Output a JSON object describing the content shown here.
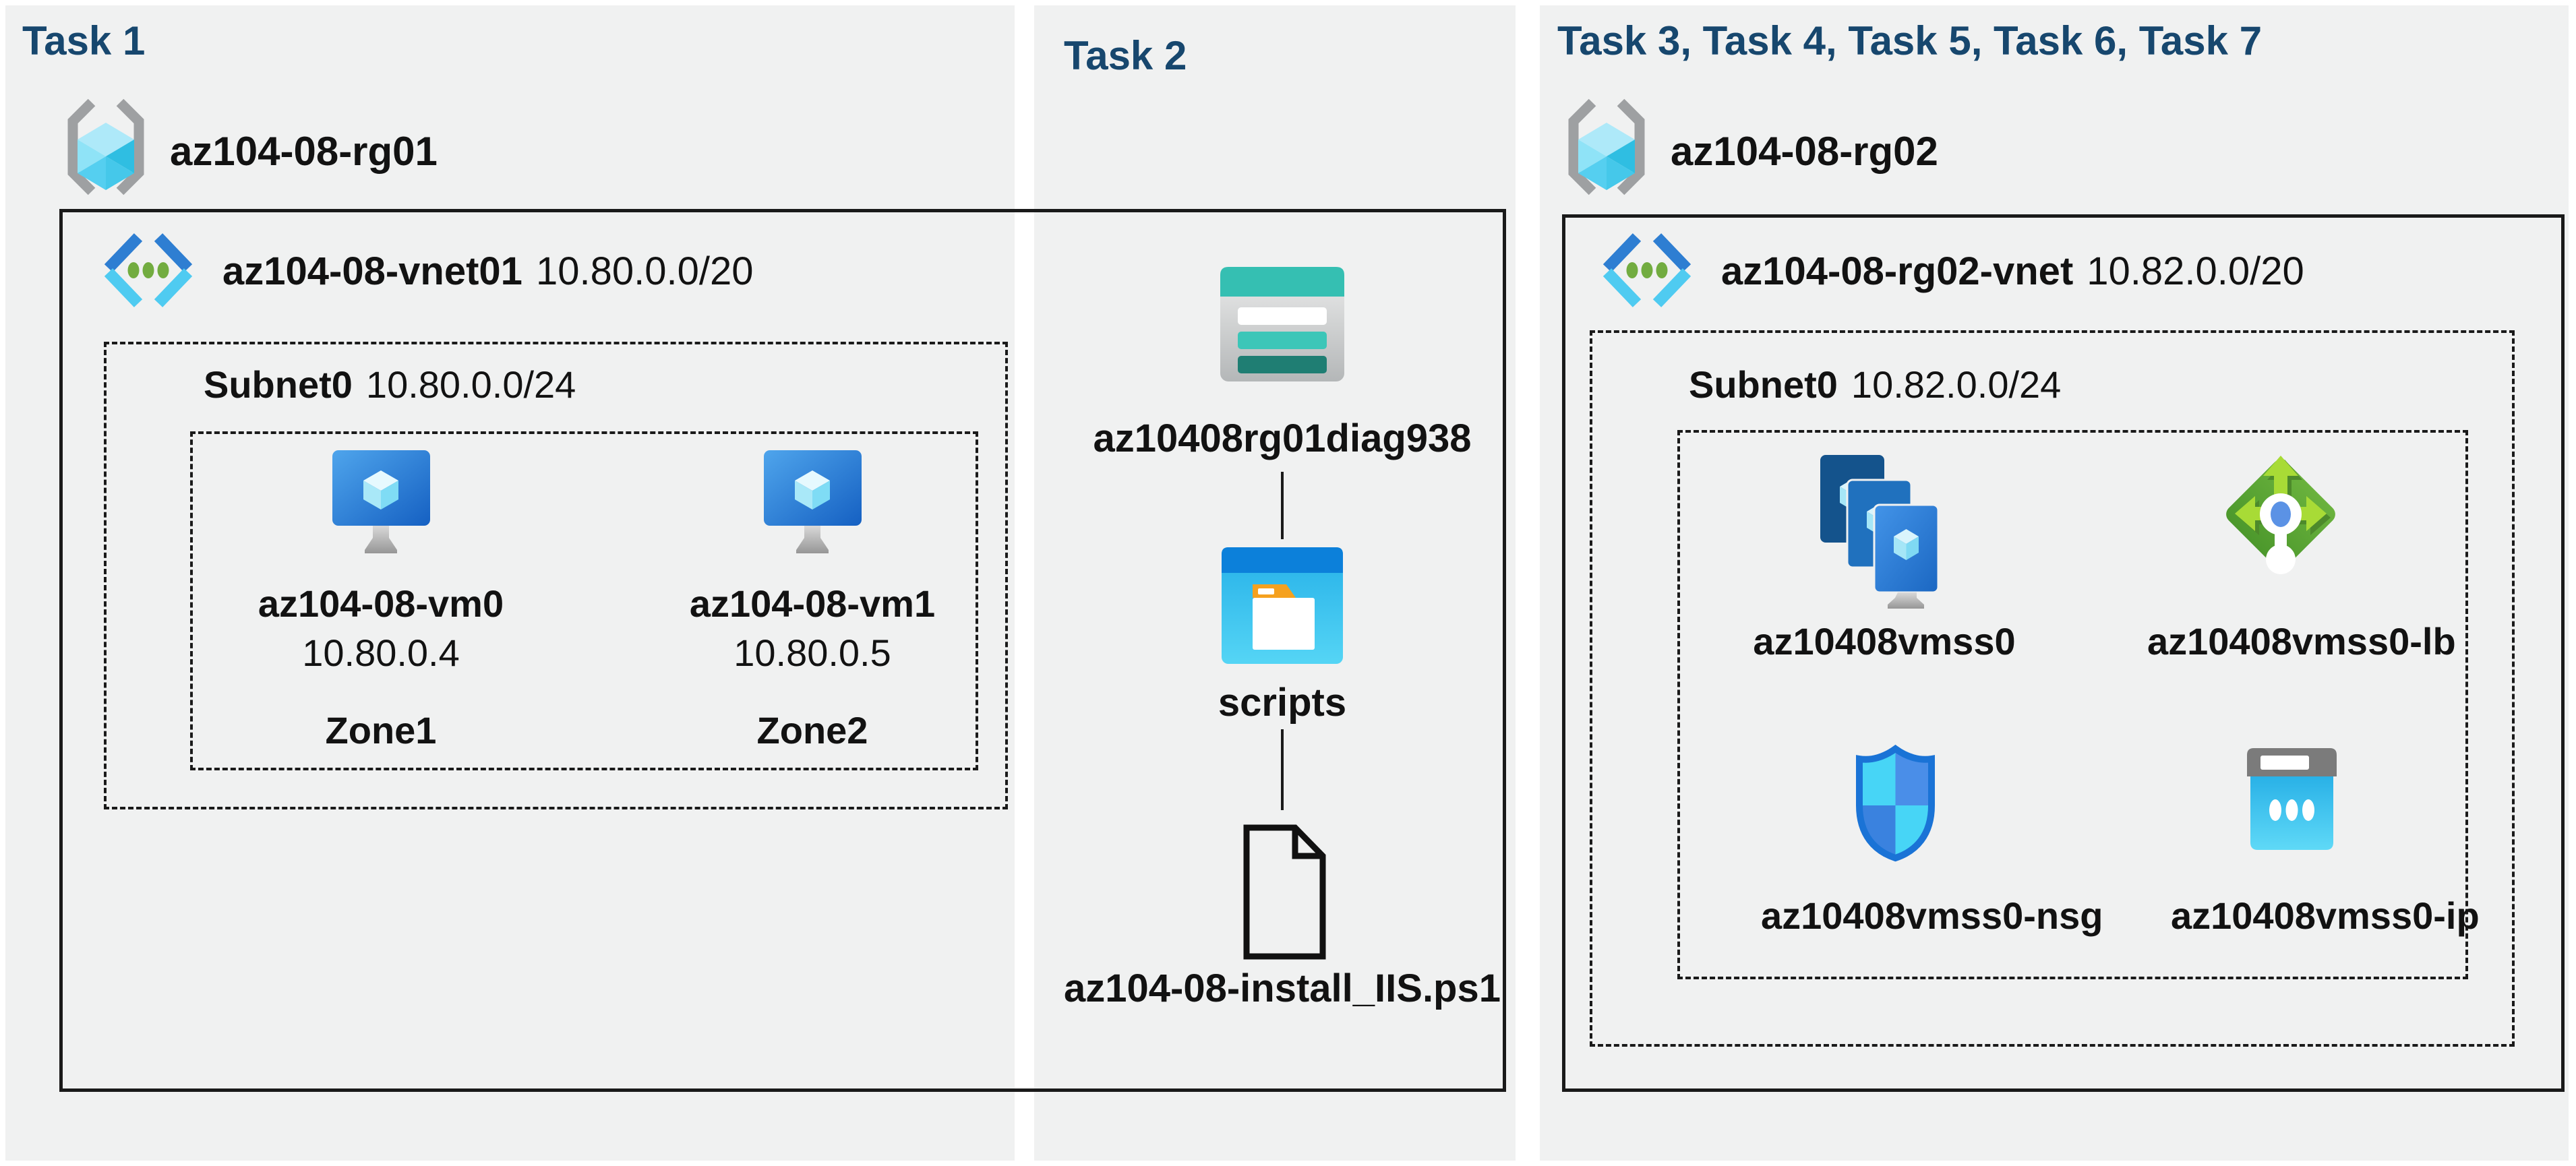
{
  "headings": {
    "task1": "Task 1",
    "task2": "Task 2",
    "task3": "Task 3, Task 4, Task 5, Task 6, Task 7"
  },
  "task1": {
    "resource_group": "az104-08-rg01",
    "vnet_name": "az104-08-vnet01",
    "vnet_cidr": "10.80.0.0/20",
    "subnet_name": "Subnet0",
    "subnet_cidr": "10.80.0.0/24",
    "vms": [
      {
        "name": "az104-08-vm0",
        "ip": "10.80.0.4",
        "zone": "Zone1"
      },
      {
        "name": "az104-08-vm1",
        "ip": "10.80.0.5",
        "zone": "Zone2"
      }
    ]
  },
  "task2": {
    "storage_account": "az10408rg01diag938",
    "container": "scripts",
    "script_file": "az104-08-install_IIS.ps1"
  },
  "task3": {
    "resource_group": "az104-08-rg02",
    "vnet_name": "az104-08-rg02-vnet",
    "vnet_cidr": "10.82.0.0/20",
    "subnet_name": "Subnet0",
    "subnet_cidr": "10.82.0.0/24",
    "vmss": "az10408vmss0",
    "load_balancer": "az10408vmss0-lb",
    "nsg": "az10408vmss0-nsg",
    "public_ip": "az10408vmss0-ip"
  },
  "colors": {
    "heading": "#17476E",
    "panel-bg": "#F0F1F1",
    "border": "#1A1A1A",
    "text": "#121212",
    "storage-teal": "#35BFB2",
    "container-blue": "#0C80DA",
    "lb-green": "#5AA433",
    "nsg-blue": "#1A73D6",
    "vm-blue": "#2272C8",
    "cube-cyan": "#45C8EE"
  }
}
